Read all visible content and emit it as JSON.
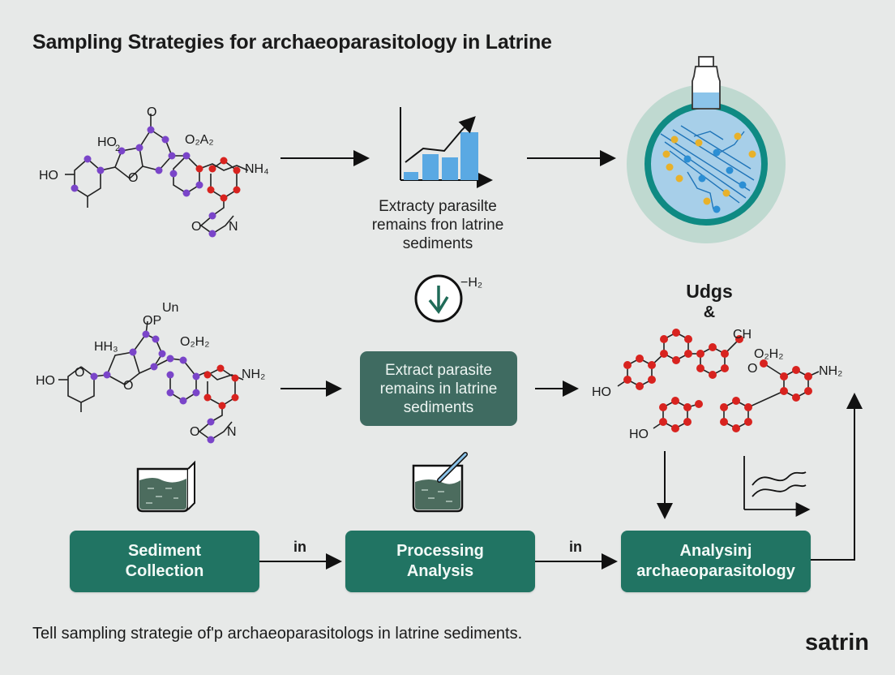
{
  "title": "Sampling Strategies for archaeoparasitology in Latrine",
  "caption_top": [
    "Extracty parasilte",
    "remains fron latrine",
    "sediments"
  ],
  "center_box": [
    "Extract parasite",
    "remains in latrine",
    "sediments"
  ],
  "right_heading": [
    "Udgs",
    "&"
  ],
  "steps": [
    {
      "lines": [
        "Sediment",
        "Collection"
      ]
    },
    {
      "lines": [
        "Processing",
        "Analysis"
      ]
    },
    {
      "lines": [
        "Analysinj",
        "archaeoparasitology"
      ]
    }
  ],
  "connector_labels": [
    "in",
    "in"
  ],
  "footer": "Tell sampling strategie of'p archaeoparasitologs in latrine sediments.",
  "brand": "satrin",
  "molecule_labels": {
    "top_left": {
      "ho": "HO",
      "hd": "HO",
      "sub": "2",
      "o_top": "O",
      "o2a2": "O₂A₂",
      "nh4": "NH₄",
      "o_ring": "O",
      "n_ring": "N"
    },
    "mid_left": {
      "ho": "HO",
      "hh3": "HH₃",
      "op": "OP",
      "un": "Un",
      "o2h2": "O₂H₂",
      "nh2": "NH₂",
      "o_ring": "O",
      "n_ring": "N"
    },
    "right": {
      "ch": "CH",
      "o2h2": "O₂H₂",
      "o": "O",
      "nh2": "NH₂",
      "ho1": "HO",
      "ho2": "HO"
    },
    "down_icon_label": "−H₂"
  },
  "colors": {
    "step_box": "#217463",
    "muted_box": "#3f6b61",
    "purple_atom": "#7a45c9",
    "red_atom": "#d8231f",
    "bar": "#5aa9e3",
    "petri_rim": "#0f8a83",
    "dot_yellow": "#e8b12a",
    "dot_blue": "#2c8fd4"
  }
}
